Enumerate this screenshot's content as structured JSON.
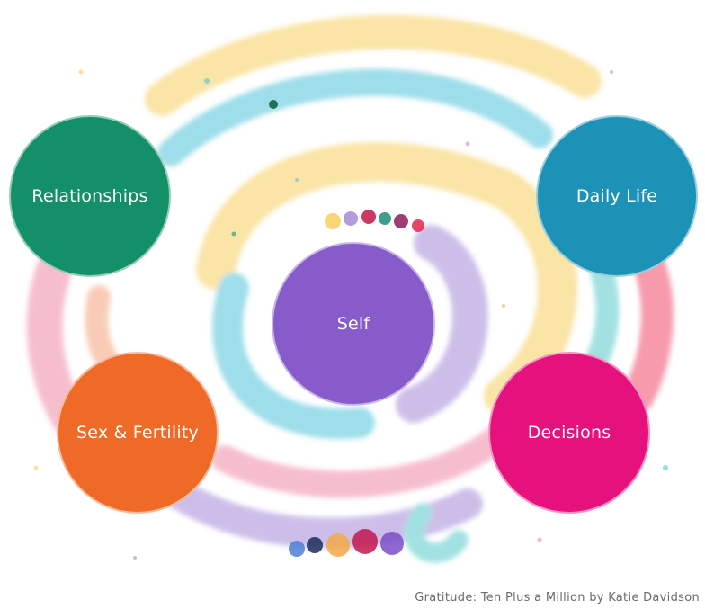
{
  "circles": {
    "relationships": {
      "label": "Relationships",
      "color": "#139067"
    },
    "daily_life": {
      "label": "Daily Life",
      "color": "#1d92b7"
    },
    "self": {
      "label": "Self",
      "color": "#875bc9"
    },
    "sex_fertility": {
      "label": "Sex & Fertility",
      "color": "#ee6a26"
    },
    "decisions": {
      "label": "Decisions",
      "color": "#e5127d"
    }
  },
  "caption": "Gratitude: Ten Plus a Million by Katie Davidson",
  "artwork": {
    "subject": "watercolor-spiral",
    "colors": [
      "#f6cf5e",
      "#4fc3d9",
      "#f08aa6",
      "#a58ad8",
      "#f4a27c"
    ]
  }
}
